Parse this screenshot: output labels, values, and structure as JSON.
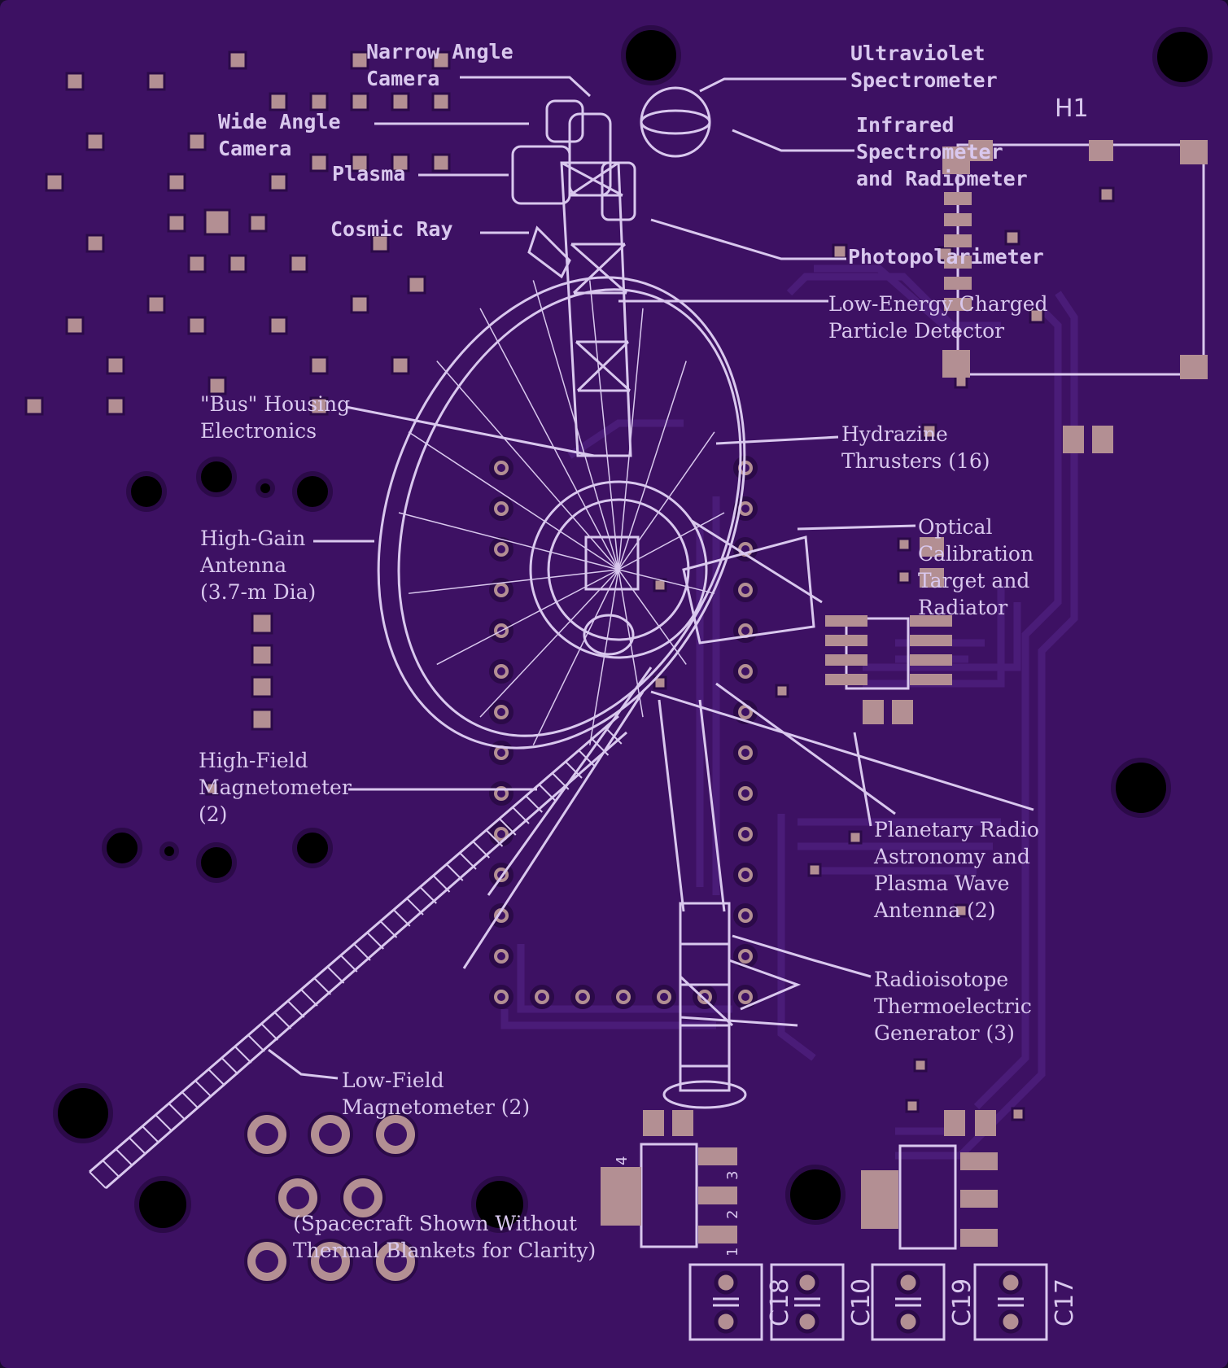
{
  "board": {
    "colors": {
      "substrate": "#3d1163",
      "copper_trace": "#4a1c78",
      "pad": "#b38f93",
      "silkscreen": "#d9c8ee",
      "hole": "#000000"
    }
  },
  "labels": {
    "narrow_angle_camera": [
      "Narrow Angle",
      "Camera"
    ],
    "ultraviolet_spectrometer": [
      "Ultraviolet",
      "Spectrometer"
    ],
    "wide_angle_camera": [
      "Wide Angle",
      "Camera"
    ],
    "infrared_spectrometer": [
      "Infrared",
      "Spectrometer",
      "and Radiometer"
    ],
    "plasma": [
      "Plasma"
    ],
    "cosmic_ray": [
      "Cosmic Ray"
    ],
    "photopolarimeter": [
      "Photopolarimeter"
    ],
    "low_energy_particle": [
      "Low-Energy Charged",
      "Particle Detector"
    ],
    "bus_housing": [
      "\"Bus\" Housing",
      "Electronics"
    ],
    "hydrazine_thrusters": [
      "Hydrazine",
      "Thrusters (16)"
    ],
    "optical_calibration": [
      "Optical",
      "Calibration",
      "Target and",
      "Radiator"
    ],
    "high_gain_antenna": [
      "High-Gain",
      "Antenna",
      "(3.7-m Dia)"
    ],
    "high_field_magnetometer": [
      "High-Field",
      "Magnetometer",
      "(2)"
    ],
    "planetary_radio": [
      "Planetary Radio",
      "Astronomy and",
      "Plasma Wave",
      "Antenna (2)"
    ],
    "rtg": [
      "Radioisotope",
      "Thermoelectric",
      "Generator (3)"
    ],
    "low_field_magnetometer": [
      "Low-Field",
      "Magnetometer (2)"
    ],
    "note": [
      "(Spacecraft Shown Without",
      "Thermal Blankets for Clarity)"
    ]
  },
  "silkscreen": {
    "h1": "H1",
    "c18": "C18",
    "c10": "C10",
    "c19": "C19",
    "c17": "C17",
    "pin_1": "1",
    "pin_2": "2",
    "pin_3": "3",
    "pin_4": "4"
  }
}
